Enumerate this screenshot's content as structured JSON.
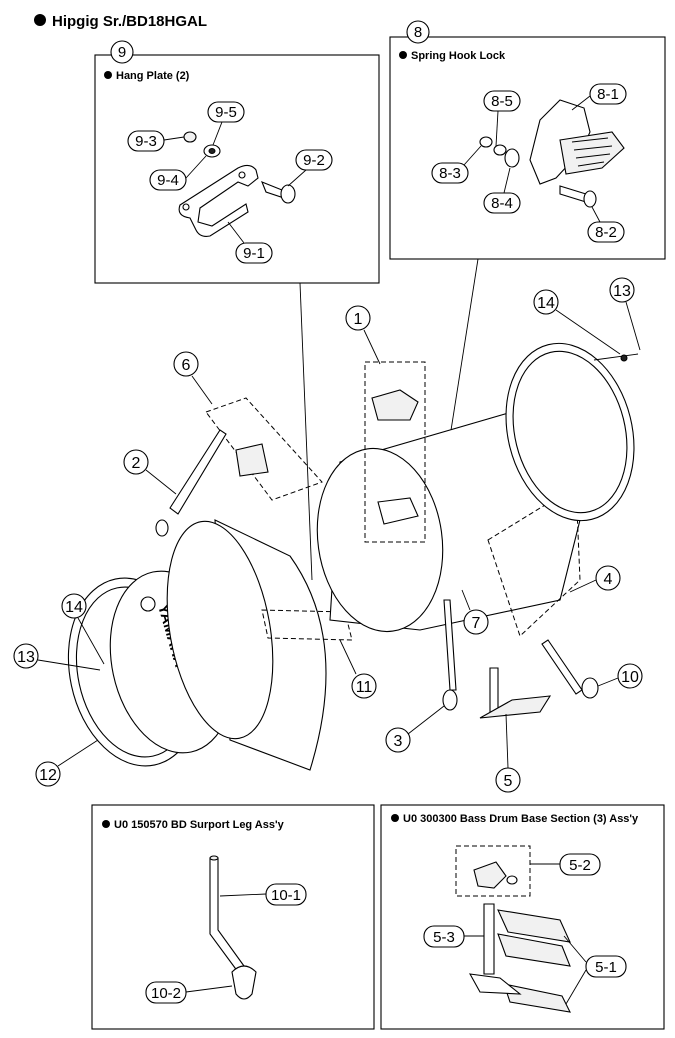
{
  "title": "Hipgig Sr./BD18HGAL",
  "panels": {
    "hang_plate": {
      "number": "9",
      "title": "Hang Plate (2)"
    },
    "spring_hook_lock": {
      "number": "8",
      "title": "Spring Hook Lock"
    },
    "support_leg": {
      "title": "U0 150570 BD Surport Leg Ass'y"
    },
    "base_section": {
      "title": "U0 300300 Bass Drum Base Section (3)  Ass'y"
    }
  },
  "brand_text": "YAMAHA",
  "callouts": {
    "c9_1": "9-1",
    "c9_2": "9-2",
    "c9_3": "9-3",
    "c9_4": "9-4",
    "c9_5": "9-5",
    "c8_1": "8-1",
    "c8_2": "8-2",
    "c8_3": "8-3",
    "c8_4": "8-4",
    "c8_5": "8-5",
    "c1": "1",
    "c2": "2",
    "c3": "3",
    "c4": "4",
    "c5": "5",
    "c6": "6",
    "c7": "7",
    "c10": "10",
    "c11": "11",
    "c12": "12",
    "c13a": "13",
    "c13b": "13",
    "c14a": "14",
    "c14b": "14",
    "c10_1": "10-1",
    "c10_2": "10-2",
    "c5_1": "5-1",
    "c5_2": "5-2",
    "c5_3": "5-3"
  }
}
